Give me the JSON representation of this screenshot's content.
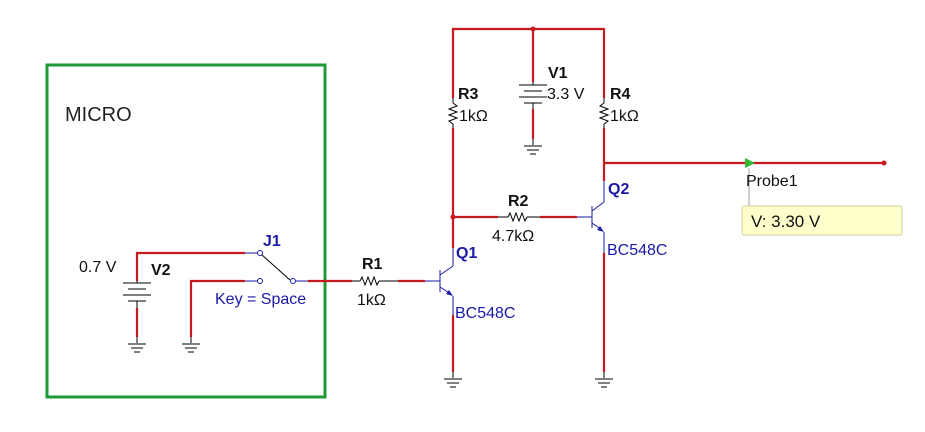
{
  "micro_block": {
    "label": "MICRO"
  },
  "components": {
    "V2": {
      "name": "V2",
      "value": "0.7 V"
    },
    "J1": {
      "name": "J1",
      "key_label": "Key = Space"
    },
    "R1": {
      "name": "R1",
      "value": "1kΩ"
    },
    "R2": {
      "name": "R2",
      "value": "4.7kΩ"
    },
    "R3": {
      "name": "R3",
      "value": "1kΩ"
    },
    "R4": {
      "name": "R4",
      "value": "1kΩ"
    },
    "V1": {
      "name": "V1",
      "value": "3.3 V"
    },
    "Q1": {
      "name": "Q1",
      "model": "BC548C"
    },
    "Q2": {
      "name": "Q2",
      "model": "BC548C"
    }
  },
  "probe": {
    "name": "Probe1",
    "reading": "V: 3.30 V"
  },
  "colors": {
    "wire": "#c8191e",
    "box": "#1e9a3a",
    "component_label": "#1a1aa6",
    "probe_fill": "#ffffcc",
    "probe_arrow": "#2fb82f"
  }
}
